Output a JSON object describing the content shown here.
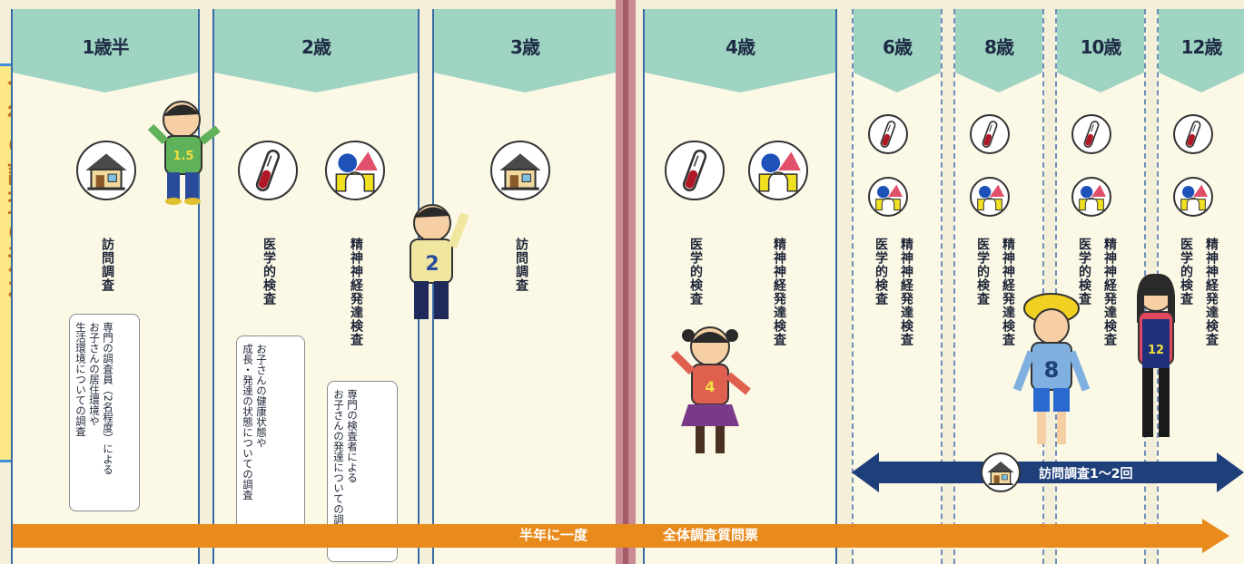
{
  "title": "今後の調査の流れ",
  "title_arrow": "→",
  "ages": [
    "1歳半",
    "2歳",
    "3歳",
    "4歳",
    "6歳",
    "8歳",
    "10歳",
    "12歳"
  ],
  "labels": {
    "home_visit": "訪問調査",
    "medical": "医学的検査",
    "neuro": "精神神経発達検査"
  },
  "bubbles": {
    "home_visit": "専門の調査員（2名程度）による\nお子さんの居住環境や\n生活環境についての調査",
    "medical": "お子さんの健康状態や\n成長・発達の状態についての調査",
    "neuro": "専門の検査者による\nお子さんの発達についての調査"
  },
  "kid_shirts": [
    "1.5",
    "2",
    "4",
    "8",
    "12"
  ],
  "bottom_bar": {
    "left_label": "半年に一度",
    "right_label": "全体調査質問票"
  },
  "visit_bar": {
    "label": "訪問調査1〜2回"
  },
  "icons": [
    "house-icon",
    "test-tube-icon",
    "blocks-icon"
  ],
  "colors": {
    "orange": "#e88a1c",
    "navy": "#1f3f7a",
    "header": "#9fd3c2",
    "accent": "#3f8dd6"
  }
}
